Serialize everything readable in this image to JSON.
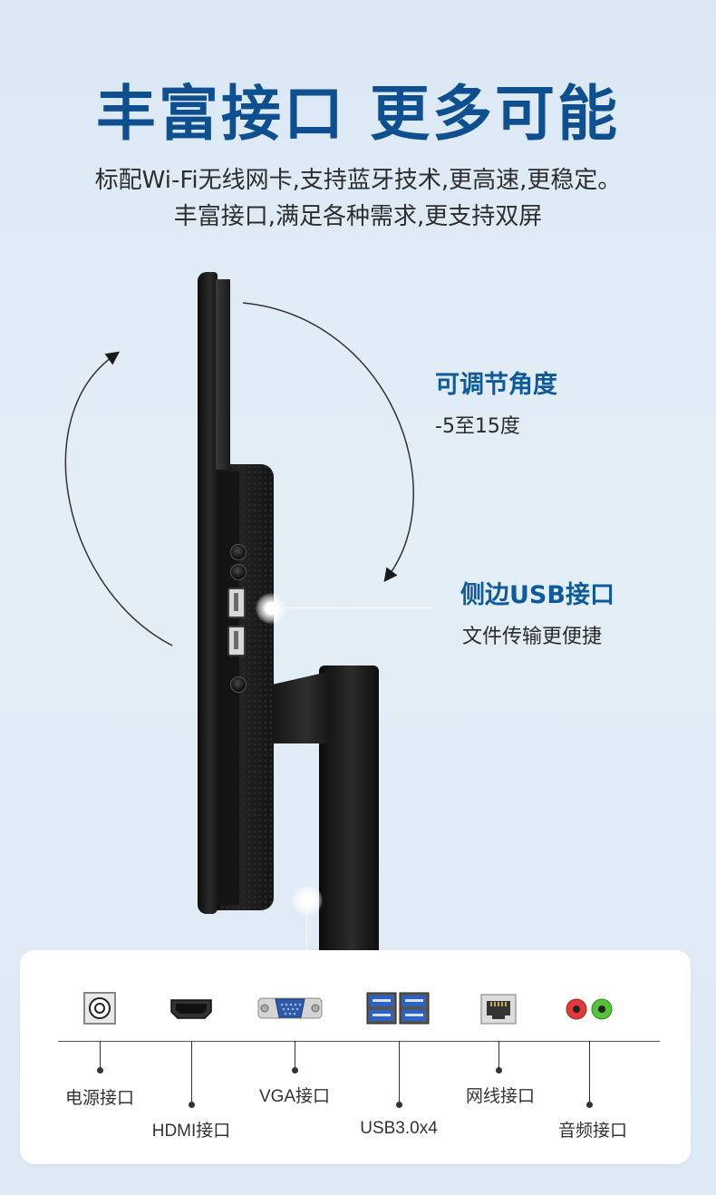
{
  "header": {
    "title": "丰富接口 更多可能",
    "subtitle_line1": "标配Wi-Fi无线网卡,支持蓝牙技术,更高速,更稳定。",
    "subtitle_line2": "丰富接口,满足各种需求,更支持双屏"
  },
  "callouts": {
    "angle": {
      "title": "可调节角度",
      "desc": "-5至15度"
    },
    "usb": {
      "title": "侧边USB接口",
      "desc": "文件传输更便捷"
    }
  },
  "ports": [
    {
      "label": "电源接口",
      "icon": "power-jack-icon"
    },
    {
      "label": "HDMI接口",
      "icon": "hdmi-port-icon"
    },
    {
      "label": "VGA接口",
      "icon": "vga-port-icon"
    },
    {
      "label": "USB3.0x4",
      "icon": "usb-quad-icon"
    },
    {
      "label": "网线接口",
      "icon": "ethernet-port-icon"
    },
    {
      "label": "音频接口",
      "icon": "audio-jack-icon"
    }
  ],
  "colors": {
    "accent": "#0e4f8f",
    "callout": "#0e5a9a",
    "audio_red": "#e03a3a",
    "audio_green": "#52c23a"
  }
}
